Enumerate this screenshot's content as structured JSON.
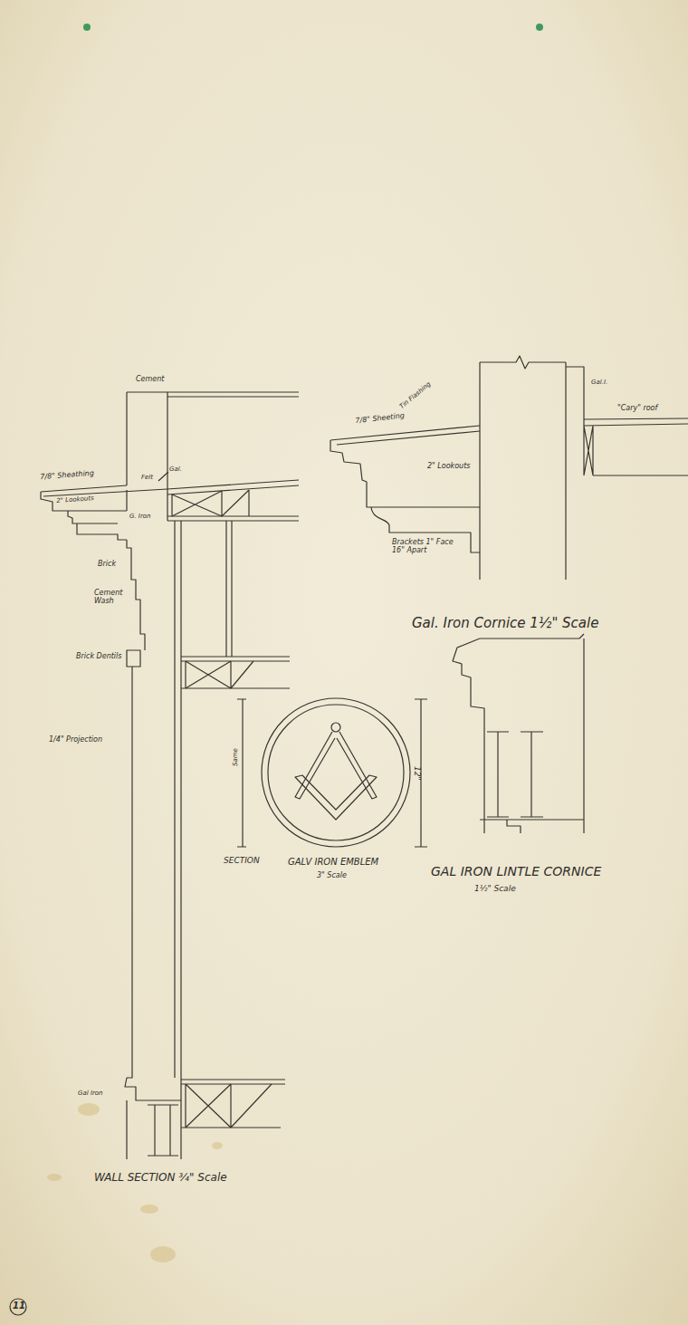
{
  "diagram": {
    "labels": [
      "Cement",
      "7/8\" Sheathing",
      "2\" Lookouts",
      "Felt",
      "Gal.",
      "G. Iron",
      "Brick",
      "Cement Wash",
      "Brick Dentils",
      "1/4\" Projection",
      "Gal Iron",
      "WALL SECTION ¾\" Scale",
      "7/8\" Sheeting",
      "Tin Flashing",
      "Gal.I.",
      "\"Cary\" roof",
      "2\" Lookouts",
      "Brackets 1\" Face 16\" Apart",
      "Gal. Iron Cornice 1½\" Scale",
      "SECTION",
      "GALV IRON EMBLEM",
      "3\" Scale",
      "12\"",
      "Same",
      "GAL IRON LINTLE CORNICE",
      "1½\" Scale",
      "11"
    ]
  }
}
